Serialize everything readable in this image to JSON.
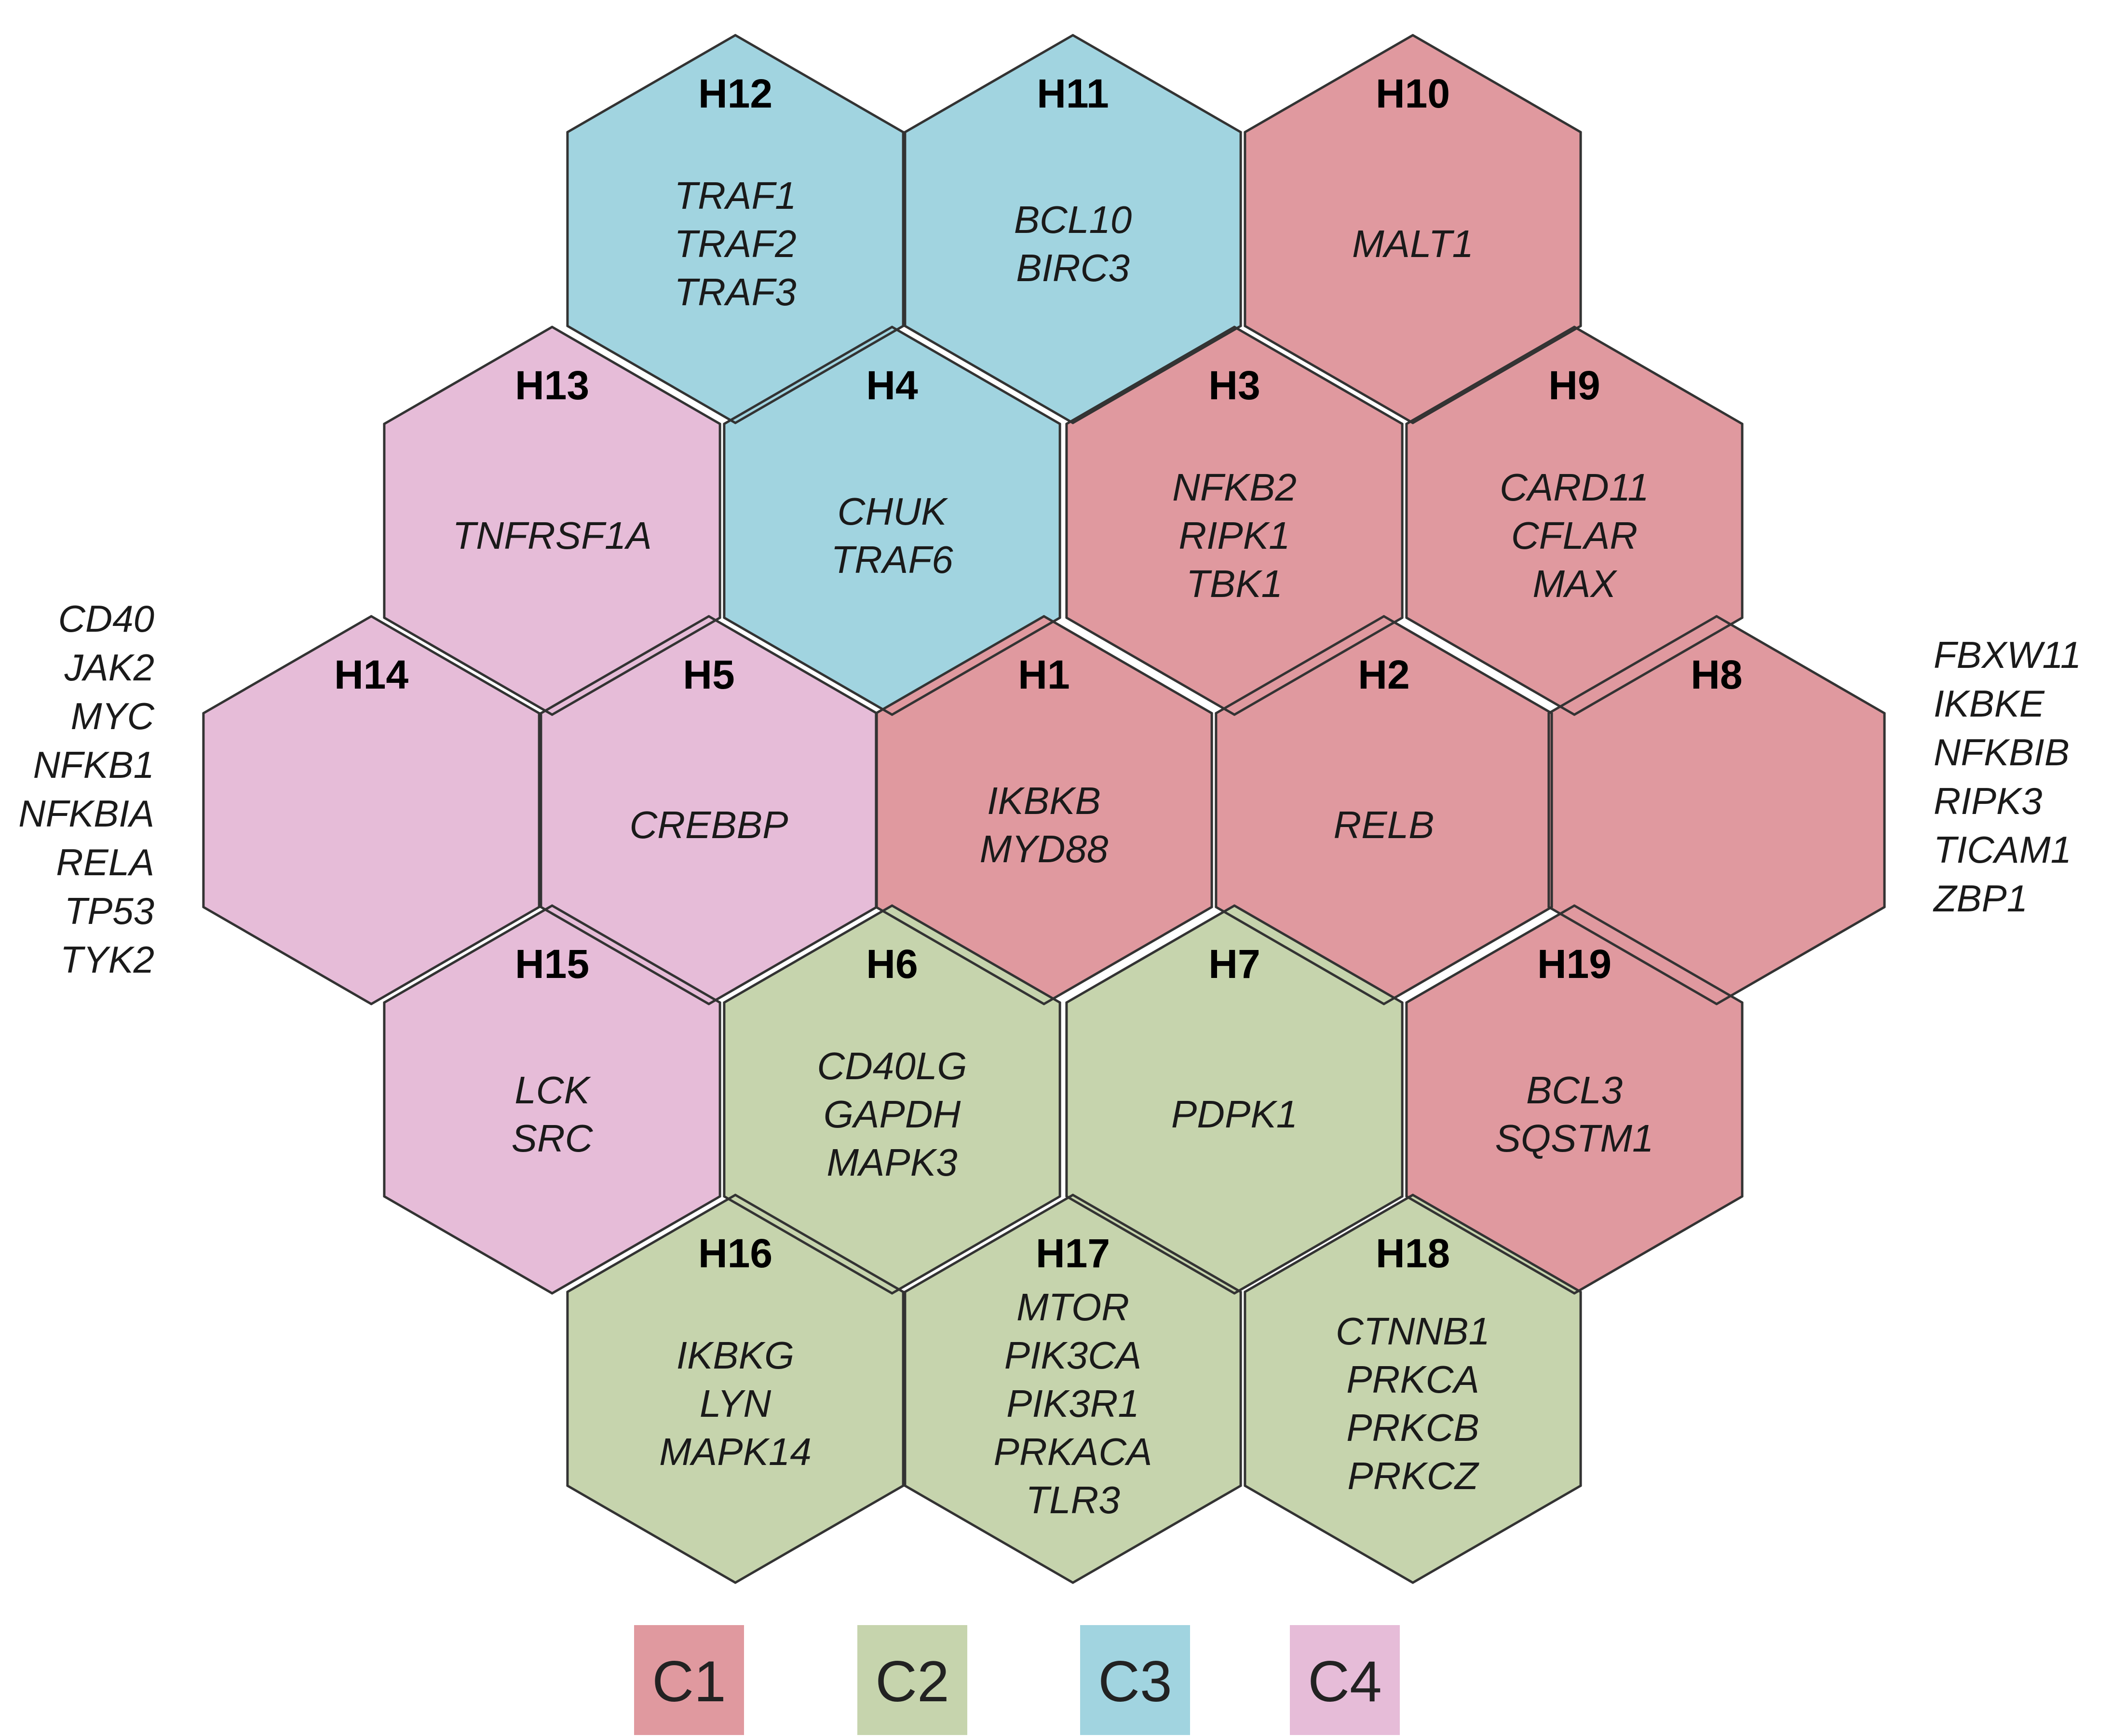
{
  "colors": {
    "C1": "#e0999f",
    "C2": "#c6d4ad",
    "C3": "#a1d4e0",
    "C4": "#e6bcd8",
    "inner_border": "#b3b3b3",
    "outer_border": "#333333"
  },
  "hexagons": [
    {
      "id": "H12",
      "q": -1,
      "r": -2,
      "cluster": "C3",
      "genes": [
        "TRAF1",
        "TRAF2",
        "TRAF3"
      ]
    },
    {
      "id": "H11",
      "q": 0,
      "r": -2,
      "cluster": "C3",
      "genes": [
        "BCL10",
        "BIRC3"
      ]
    },
    {
      "id": "H10",
      "q": 1,
      "r": -2,
      "cluster": "C1",
      "genes": [
        "MALT1"
      ]
    },
    {
      "id": "H13",
      "q": -1,
      "r": -1,
      "cluster": "C4",
      "genes": [
        "TNFRSF1A"
      ]
    },
    {
      "id": "H4",
      "q": 0,
      "r": -1,
      "cluster": "C3",
      "genes": [
        "CHUK",
        "TRAF6"
      ]
    },
    {
      "id": "H3",
      "q": 1,
      "r": -1,
      "cluster": "C1",
      "genes": [
        "NFKB2",
        "RIPK1",
        "TBK1"
      ]
    },
    {
      "id": "H9",
      "q": 2,
      "r": -1,
      "cluster": "C1",
      "genes": [
        "CARD11",
        "CFLAR",
        "MAX"
      ]
    },
    {
      "id": "H14",
      "q": -2,
      "r": 0,
      "cluster": "C4",
      "genes": []
    },
    {
      "id": "H5",
      "q": -1,
      "r": 0,
      "cluster": "C4",
      "genes": [
        "CREBBP"
      ]
    },
    {
      "id": "H1",
      "q": 0,
      "r": 0,
      "cluster": "C1",
      "genes": [
        "IKBKB",
        "MYD88"
      ]
    },
    {
      "id": "H2",
      "q": 1,
      "r": 0,
      "cluster": "C1",
      "genes": [
        "RELB"
      ]
    },
    {
      "id": "H8",
      "q": 2,
      "r": 0,
      "cluster": "C1",
      "genes": []
    },
    {
      "id": "H15",
      "q": -1,
      "r": 1,
      "cluster": "C4",
      "genes": [
        "LCK",
        "SRC"
      ]
    },
    {
      "id": "H6",
      "q": 0,
      "r": 1,
      "cluster": "C2",
      "genes": [
        "CD40LG",
        "GAPDH",
        "MAPK3"
      ]
    },
    {
      "id": "H7",
      "q": 1,
      "r": 1,
      "cluster": "C2",
      "genes": [
        "PDPK1"
      ]
    },
    {
      "id": "H19",
      "q": 2,
      "r": 1,
      "cluster": "C1",
      "genes": [
        "BCL3",
        "SQSTM1"
      ]
    },
    {
      "id": "H16",
      "q": -1,
      "r": 2,
      "cluster": "C2",
      "genes": [
        "IKBKG",
        "LYN",
        "MAPK14"
      ]
    },
    {
      "id": "H17",
      "q": 0,
      "r": 2,
      "cluster": "C2",
      "genes": [
        "MTOR",
        "PIK3CA",
        "PIK3R1",
        "PRKACA",
        "TLR3"
      ]
    },
    {
      "id": "H18",
      "q": 1,
      "r": 2,
      "cluster": "C2",
      "genes": [
        "CTNNB1",
        "PRKCA",
        "PRKCB",
        "PRKCZ"
      ]
    }
  ],
  "left_genes": [
    "CD40",
    "JAK2",
    "MYC",
    "NFKB1",
    "NFKBIA",
    "RELA",
    "TP53",
    "TYK2"
  ],
  "right_genes": [
    "FBXW11",
    "IKBKE",
    "NFKBIB",
    "RIPK3",
    "TICAM1",
    "ZBP1"
  ],
  "legend": [
    {
      "label": "C1",
      "cluster": "C1"
    },
    {
      "label": "C2",
      "cluster": "C2"
    },
    {
      "label": "C3",
      "cluster": "C3"
    },
    {
      "label": "C4",
      "cluster": "C4"
    }
  ]
}
